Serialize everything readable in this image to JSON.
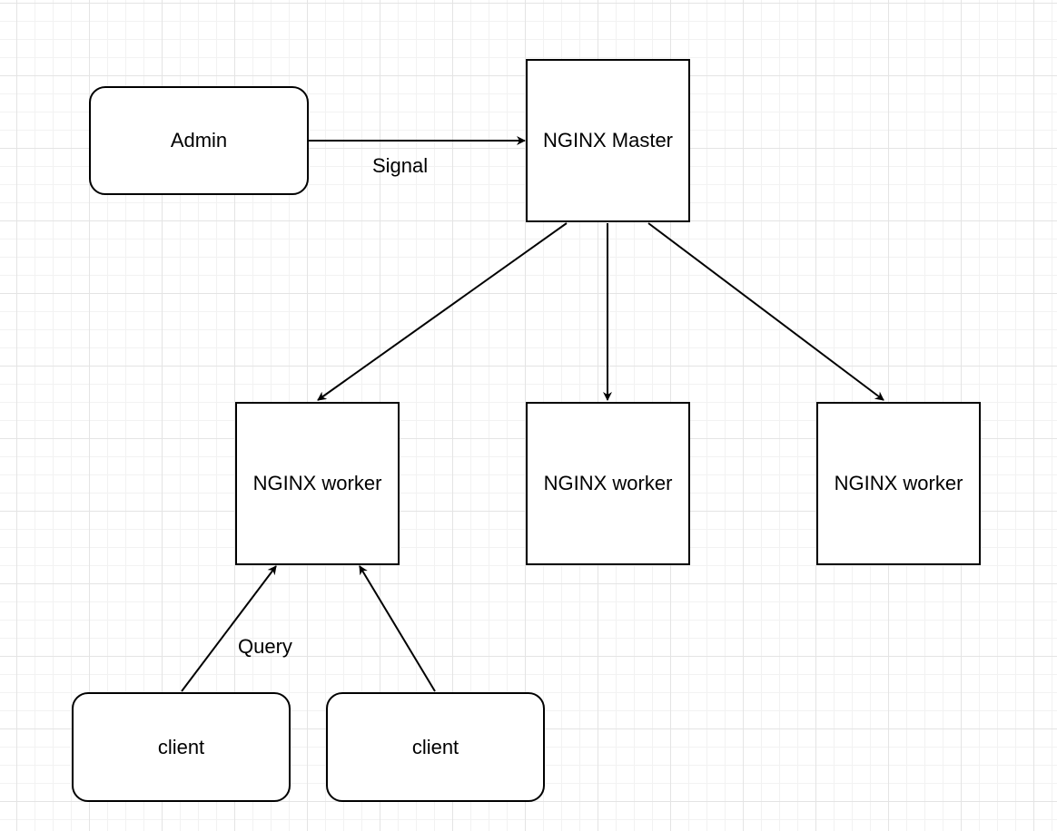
{
  "diagram": {
    "nodes": {
      "admin": "Admin",
      "master": "NGINX Master",
      "worker_1": "NGINX worker",
      "worker_2": "NGINX worker",
      "worker_3": "NGINX worker",
      "client_1": "client",
      "client_2": "client"
    },
    "edges": [
      {
        "from": "admin",
        "to": "master",
        "label": "Signal"
      },
      {
        "from": "master",
        "to": "worker_1",
        "label": ""
      },
      {
        "from": "master",
        "to": "worker_2",
        "label": ""
      },
      {
        "from": "master",
        "to": "worker_3",
        "label": ""
      },
      {
        "from": "client_1",
        "to": "worker_1",
        "label": "Query"
      },
      {
        "from": "client_2",
        "to": "worker_1",
        "label": ""
      }
    ]
  }
}
